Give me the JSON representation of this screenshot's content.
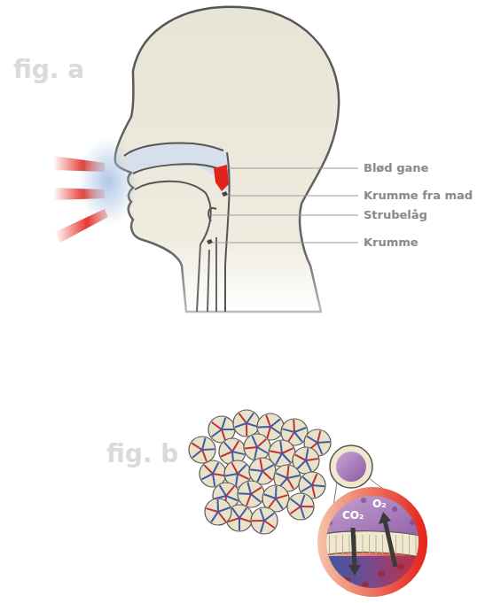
{
  "diagram": {
    "labels": [
      "fig. a",
      "Blød gane",
      "Krumme fra mad",
      "Strubelåg",
      "Krumme",
      "fig. b",
      "CO₂",
      "O₂"
    ]
  }
}
